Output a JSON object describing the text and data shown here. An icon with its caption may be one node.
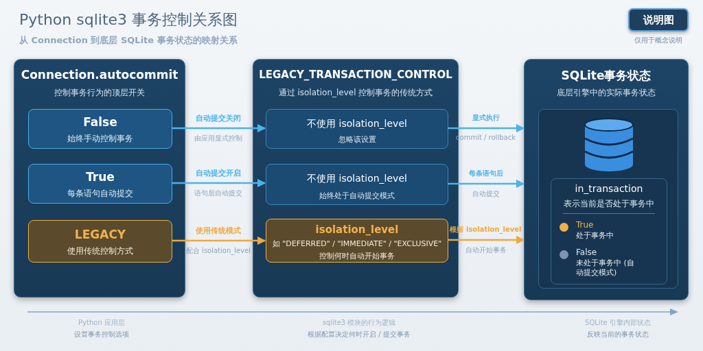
{
  "diagram": {
    "title": "Python sqlite3 事务控制关系图",
    "caption": "从 Connection 到底层 SQLite 事务状态的映射关系",
    "nodes": [
      {
        "text": [
          "Connection.autocommit",
          "控制事务行为的顶层开关"
        ]
      },
      {
        "text": [
          "False",
          "始终手动控制事务"
        ],
        "in": 0
      },
      {
        "text": [
          "True",
          "每条语句自动提交"
        ],
        "in": 0
      },
      {
        "text": [
          "LEGACY",
          "使用传统控制方式"
        ],
        "in": 0
      },
      {
        "text": [
          "LEGACY_TRANSACTION_CONTROL",
          "通过 isolation_level 控制事务的传统方式"
        ]
      },
      {
        "text": [
          "不使用 isolation_level",
          "忽略该设置"
        ],
        "in": 4
      },
      {
        "text": [
          "不使用 isolation_level",
          "始终处于自动提交模式"
        ],
        "in": 4
      },
      {
        "text": [
          "isolation_level",
          "如 \"DEFERRED\" / \"IMMEDIATE\" / \"EXCLUSIVE\"",
          "控制何时自动开始事务"
        ],
        "in": 4
      },
      {
        "text": [
          "SQLite事务状态",
          "底层引擎中的实际事务状态"
        ]
      },
      {
        "text": [],
        "shape": "box",
        "in": 8
      },
      {
        "text": [
          "in_transaction",
          "表示当前是否处于事务中"
        ],
        "in": 9
      },
      {
        "text": [
          "说明图"
        ],
        "beside": [
          "仅用于概念说明"
        ]
      }
    ],
    "edges": [
      {
        "from": 1,
        "to": 5,
        "arrow": "to",
        "label": "自动提交关闭"
      },
      {
        "from": 2,
        "to": 6,
        "arrow": "to",
        "label": "自动提交开启"
      },
      {
        "from": 3,
        "to": 7,
        "arrow": "to",
        "label": "使用传统模式",
        "color": "#f0a83c"
      },
      {
        "from": 5,
        "to": 8,
        "arrow": "to",
        "label": "显式执行"
      },
      {
        "from": 6,
        "to": 8,
        "arrow": "to",
        "label": "每条语句后"
      },
      {
        "from": 7,
        "to": 8,
        "arrow": "to",
        "label": "根据 isolation_level",
        "color": "#f0a83c"
      }
    ],
    "labels": [
      "由应用显式控制",
      "commit / rollback",
      "语句后自动提交",
      "自动提交",
      "配合 isolation_level",
      "自动开始事务",
      "处于事务中",
      "未处于事务中 (自动提交模式)",
      "Python 应用层",
      "sqlite3 模块的行为逻辑",
      "SQLite 引擎内部状态",
      "设置事务控制选项",
      "根据配置决定何时开启 / 提交事务",
      "反映当前的事务状态"
    ],
    "legend": [
      {
        "text": "True",
        "color": "#f5b04a"
      },
      {
        "text": "False",
        "color": "#7f93b5"
      }
    ]
  }
}
